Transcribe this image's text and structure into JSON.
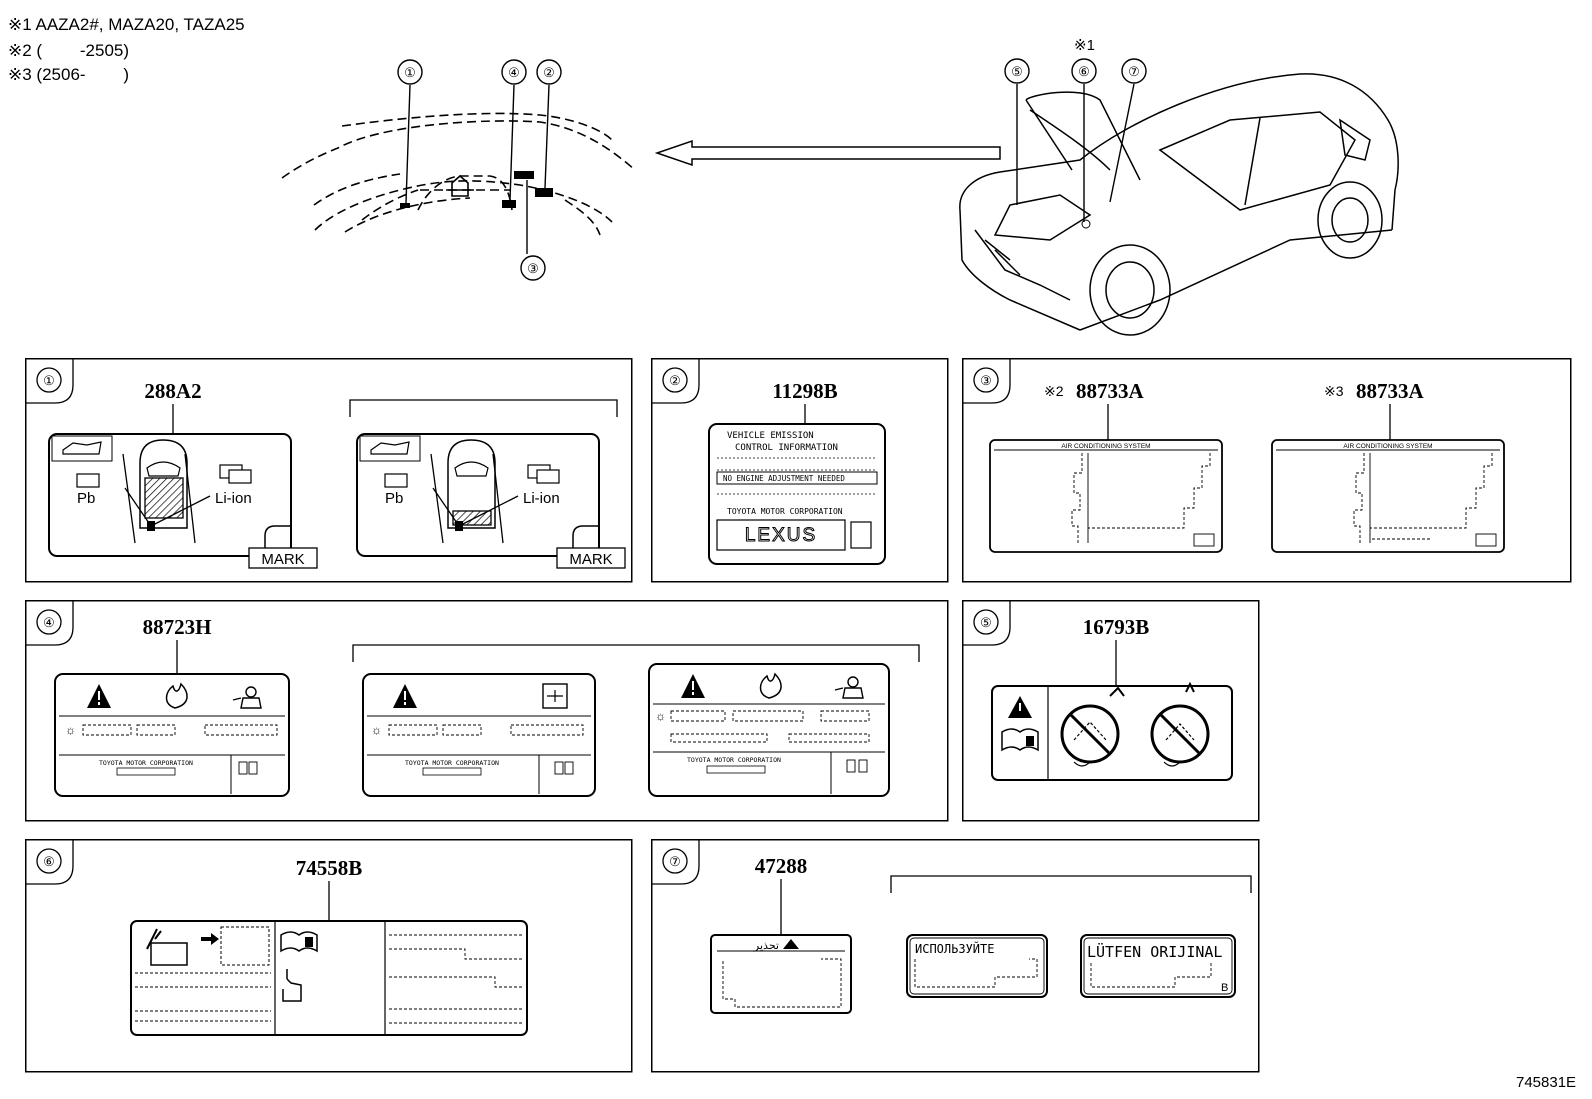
{
  "notes": [
    "※1 AAZA2#, MAZA20, TAZA25",
    "※2 (        -2505)",
    "※3 (2506-        )"
  ],
  "callouts": {
    "c1": "①",
    "c2": "②",
    "c3": "③",
    "c4": "④",
    "c5": "⑤",
    "c6": "⑥",
    "c7": "⑦",
    "star1": "※1"
  },
  "panels": {
    "p1": {
      "num": "①",
      "part": "288A2",
      "mark": "MARK",
      "pb": "Pb",
      "liion": "Li-ion"
    },
    "p2": {
      "num": "②",
      "part": "11298B",
      "line1": "VEHICLE  EMISSION",
      "line2": "CONTROL  INFORMATION",
      "line3": "NO  ENGINE  ADJUSTMENT NEEDED",
      "line4": "TOYOTA  MOTOR  CORPORATION",
      "brand": "LEXUS"
    },
    "p3": {
      "num": "③",
      "part_a": "88733A",
      "part_b": "88733A",
      "star_a": "※2",
      "star_b": "※3",
      "label_title": "AIR CONDITIONING SYSTEM"
    },
    "p4": {
      "num": "④",
      "part": "88723H",
      "corp": "TOYOTA  MOTOR  CORPORATION"
    },
    "p5": {
      "num": "⑤",
      "part": "16793B"
    },
    "p6": {
      "num": "⑥",
      "part": "74558B"
    },
    "p7": {
      "num": "⑦",
      "part": "47288",
      "warn": "تحذير",
      "ru": "ИСПОЛЬЗУЙТЕ",
      "tr": "LÜTFEN  ORIJINAL",
      "b": "B"
    }
  },
  "figure_id": "745831E"
}
